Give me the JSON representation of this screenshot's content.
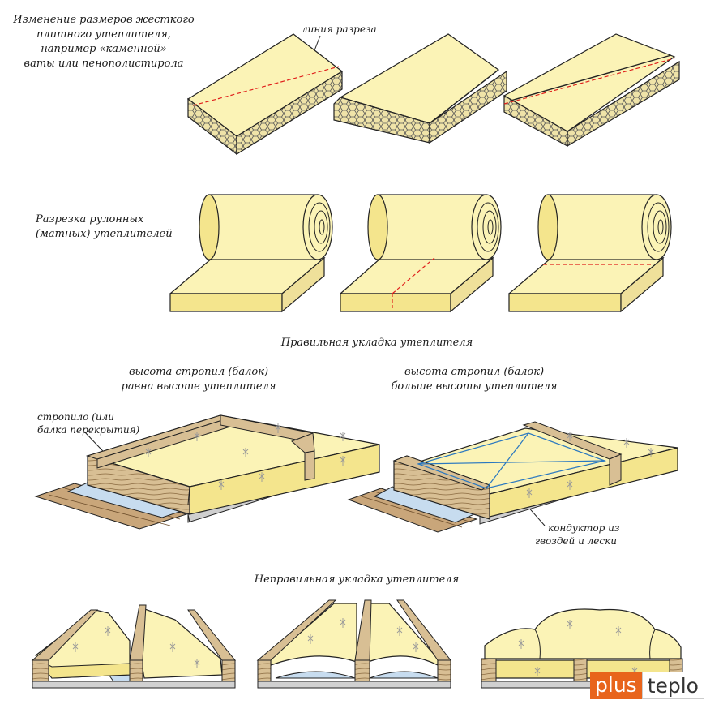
{
  "labels": {
    "rigid_title_1": "Изменение размеров жесткого",
    "rigid_title_2": "плитного утеплителя,",
    "rigid_title_3": "например «каменной»",
    "rigid_title_4": "ваты или пенополистирола",
    "cut_line": "линия разреза",
    "roll_title_1": "Разрезка рулонных",
    "roll_title_2": "(матных) утеплителей",
    "correct_title": "Правильная укладка утеплителя",
    "equal_1": "высота стропил (балок)",
    "equal_2": "равна высоте утеплителя",
    "greater_1": "высота стропил (балок)",
    "greater_2": "больше высоты утеплителя",
    "rafter_1": "стропило (или",
    "rafter_2": "балка перекрытия)",
    "jig_1": "кондуктор из",
    "jig_2": "гвоздей и лески",
    "incorrect_title": "Неправильная укладка утеплителя"
  },
  "logo": {
    "part1": "plus",
    "part2": "teplo"
  },
  "colors": {
    "insulation": "#fbf3b6",
    "insulation_side": "#f4e58d",
    "wood": "#d8bf94",
    "membrane": "#c7dcef",
    "cut_line": "#e0201c",
    "fishing_line": "#2a78c0",
    "logo_accent": "#e8641c"
  }
}
